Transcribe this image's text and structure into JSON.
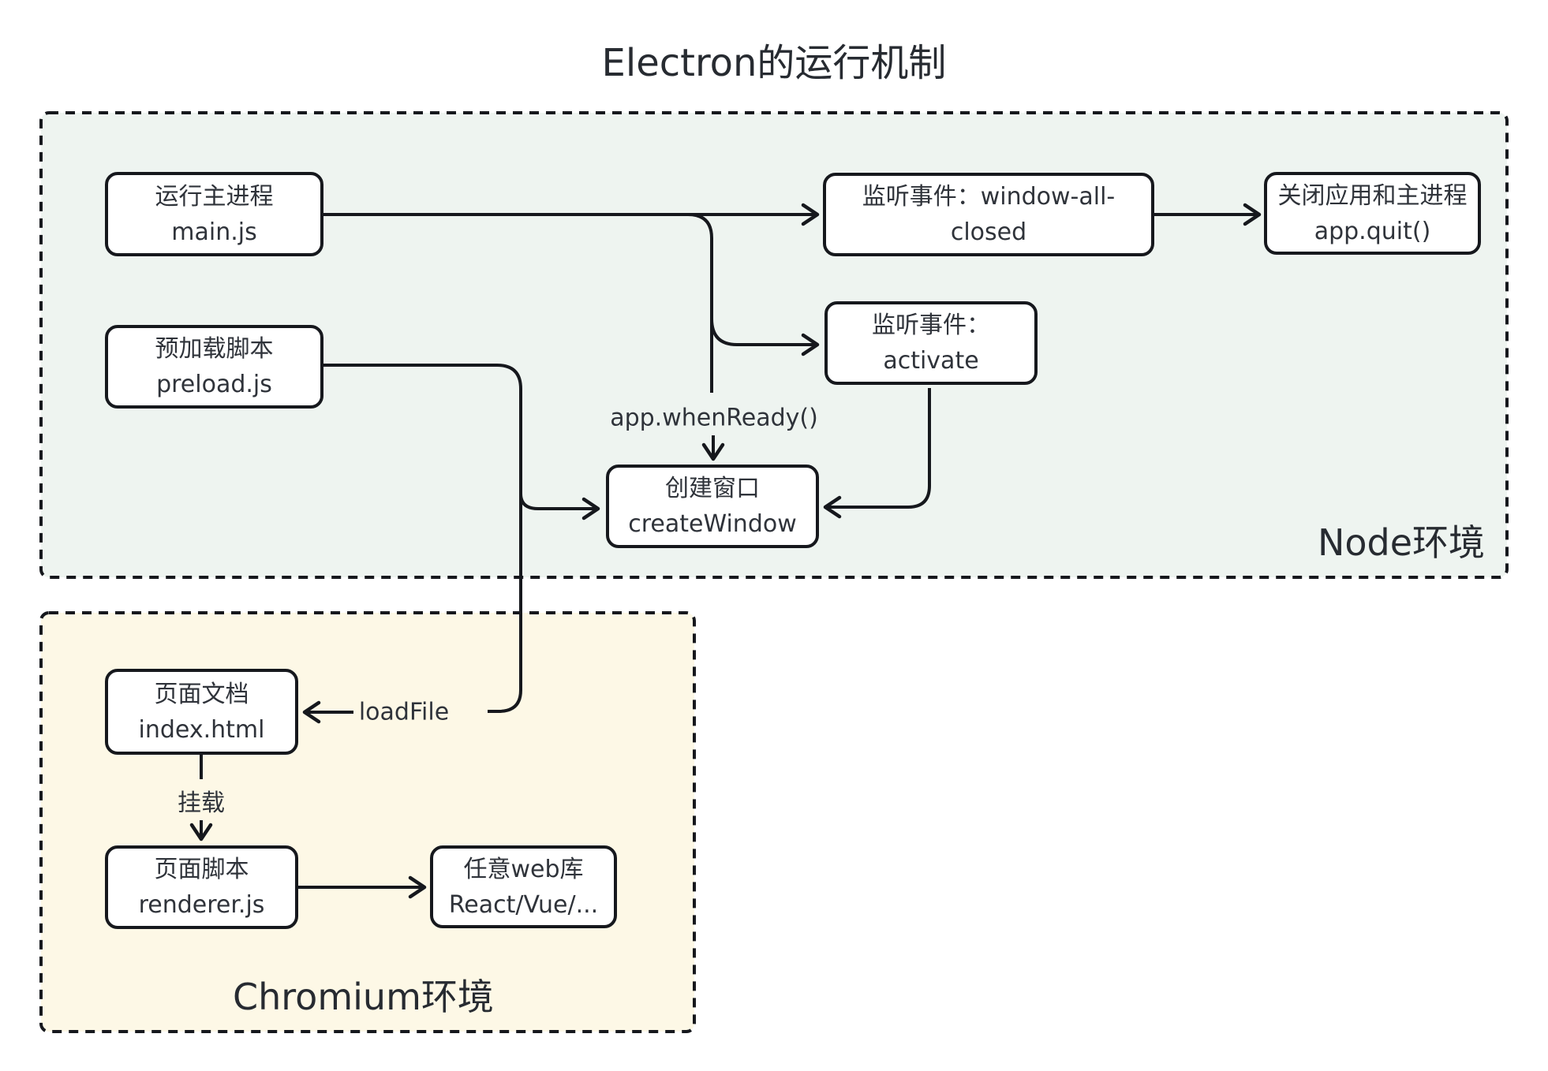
{
  "title": "Electron的运行机制",
  "colors": {
    "node_bg": "#eef4f0",
    "chromium_bg": "#fdf8e6",
    "border": "#16181d",
    "text": "#2f333a"
  },
  "node_env": {
    "label": "Node环境",
    "boxes": {
      "main": {
        "lines": [
          "运行主进程",
          "main.js"
        ]
      },
      "window_all_closed": {
        "lines": [
          "监听事件：window-all-closed"
        ]
      },
      "app_quit": {
        "lines": [
          "关闭应用和主进程",
          "app.quit()"
        ]
      },
      "preload": {
        "lines": [
          "预加载脚本",
          "preload.js"
        ]
      },
      "activate": {
        "lines": [
          "监听事件：activate"
        ]
      },
      "create_window": {
        "lines": [
          "创建窗口",
          "createWindow"
        ]
      }
    },
    "labels": {
      "when_ready": "app.whenReady()"
    }
  },
  "chromium_env": {
    "label": "Chromium环境",
    "boxes": {
      "index_html": {
        "lines": [
          "页面文档",
          "index.html"
        ]
      },
      "renderer": {
        "lines": [
          "页面脚本",
          "renderer.js"
        ]
      },
      "web_lib": {
        "lines": [
          "任意web库",
          "React/Vue/..."
        ]
      }
    },
    "labels": {
      "load_file": "loadFile",
      "mount": "挂载"
    }
  }
}
